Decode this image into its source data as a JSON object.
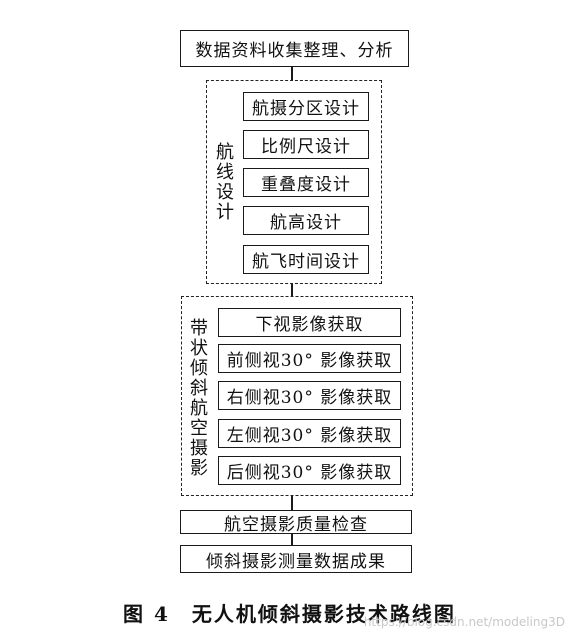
{
  "diagram": {
    "top_box": "数据资料收集整理、分析",
    "group1": {
      "label": "航线设计",
      "items": [
        "航摄分区设计",
        "比例尺设计",
        "重叠度设计",
        "航高设计",
        "航飞时间设计"
      ]
    },
    "group2": {
      "label": "带状倾斜航空摄影",
      "items": [
        "下视影像获取",
        "前侧视30° 影像获取",
        "右侧视30° 影像获取",
        "左侧视30° 影像获取",
        "后侧视30° 影像获取"
      ]
    },
    "quality_box": "航空摄影质量检查",
    "result_box": "倾斜摄影测量数据成果"
  },
  "caption": "图 4　无人机倾斜摄影技术路线图",
  "watermark": "https://blog.csdn.net/modeling3D"
}
